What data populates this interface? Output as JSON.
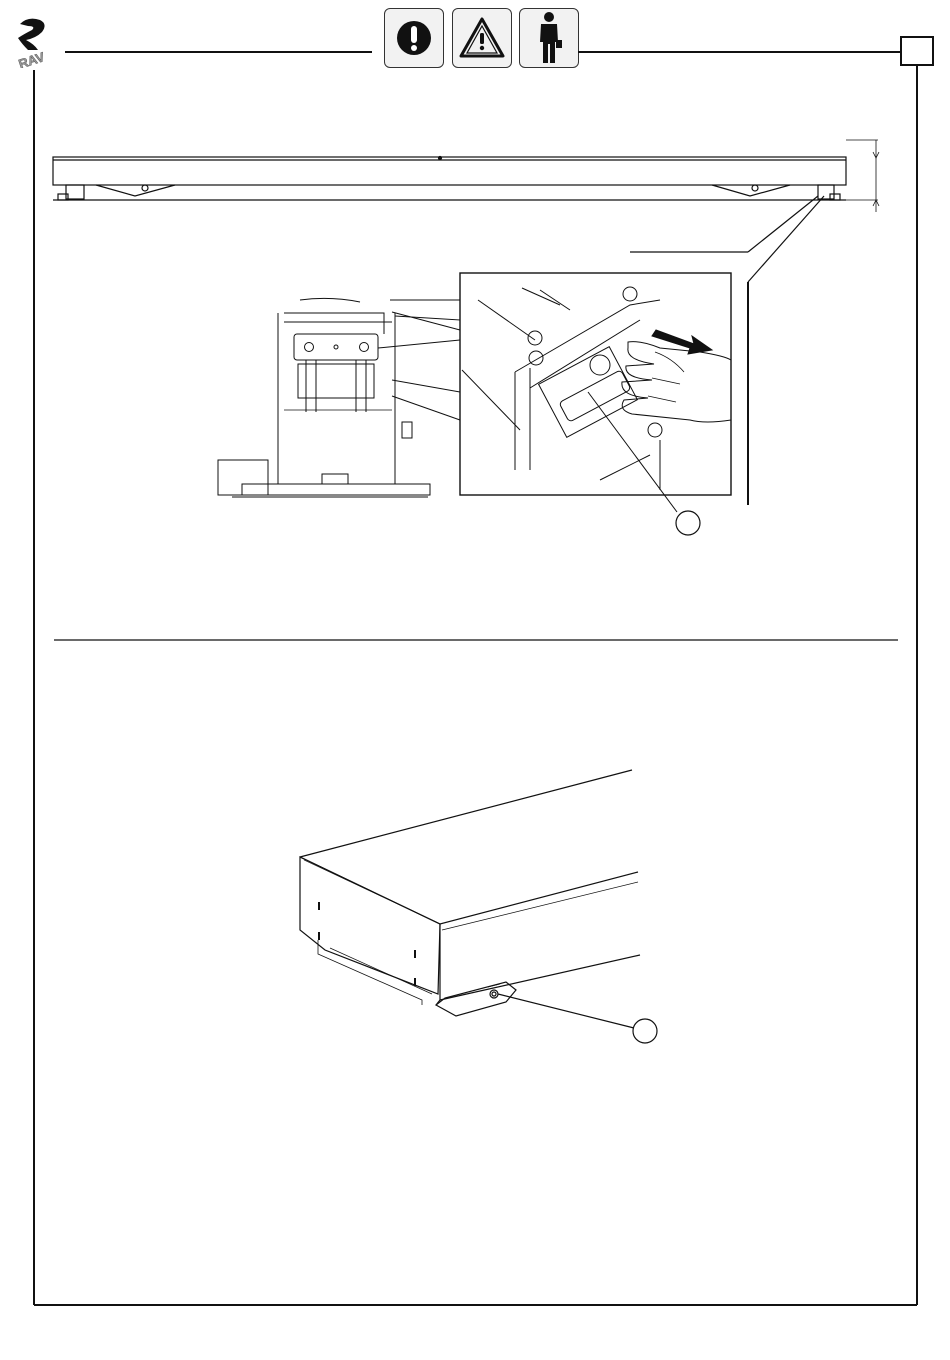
{
  "header": {
    "logo_text": "RAV",
    "icons": [
      "warning-exclamation-icon",
      "hazard-triangle-icon",
      "operator-person-icon"
    ],
    "page_number": ""
  },
  "figures": [
    {
      "name": "platform-side-elevation",
      "callout": ""
    },
    {
      "name": "platform-foot-detail",
      "callout": ""
    },
    {
      "name": "platform-perspective",
      "callout": ""
    }
  ],
  "colors": {
    "line": "#111111",
    "panel": "#f2f2f2"
  }
}
